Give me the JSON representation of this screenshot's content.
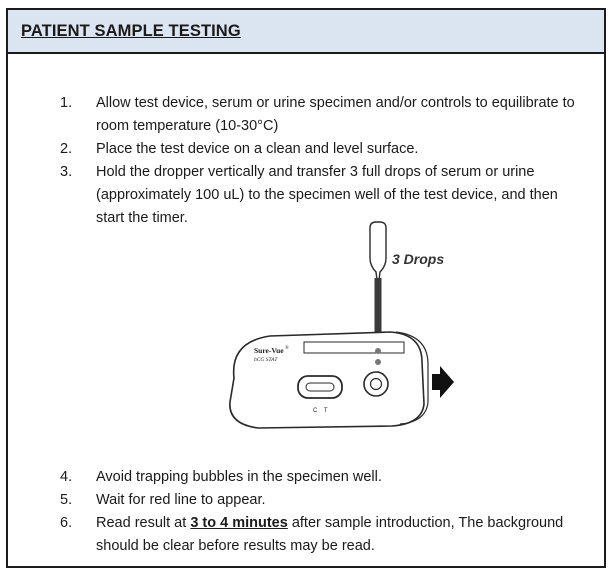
{
  "header": {
    "title": "PATIENT SAMPLE TESTING"
  },
  "steps_top": [
    {
      "num": "1.",
      "text": "Allow test device, serum or urine specimen and/or controls to equilibrate to room temperature (10-30°C)"
    },
    {
      "num": "2.",
      "text": "Place the test device on a clean and level surface."
    },
    {
      "num": "3.",
      "text": "Hold the dropper vertically and transfer 3 full drops of serum or urine (approximately 100 uL) to the specimen well of the test device, and then start the timer."
    }
  ],
  "illustration": {
    "drops_label": "3 Drops",
    "brand": "Sure-Vue",
    "registered": "®",
    "product": "hCG STAT",
    "window_labels": "C    T"
  },
  "steps_bottom": [
    {
      "num": "4.",
      "text": "Avoid trapping bubbles in the specimen well."
    },
    {
      "num": "5.",
      "text": "Wait for red line to appear."
    },
    {
      "num": "6.",
      "text_before": "Read result at ",
      "text_emph": "3 to 4 minutes",
      "text_after": " after sample introduction, The background should be clear before results may be read."
    }
  ]
}
